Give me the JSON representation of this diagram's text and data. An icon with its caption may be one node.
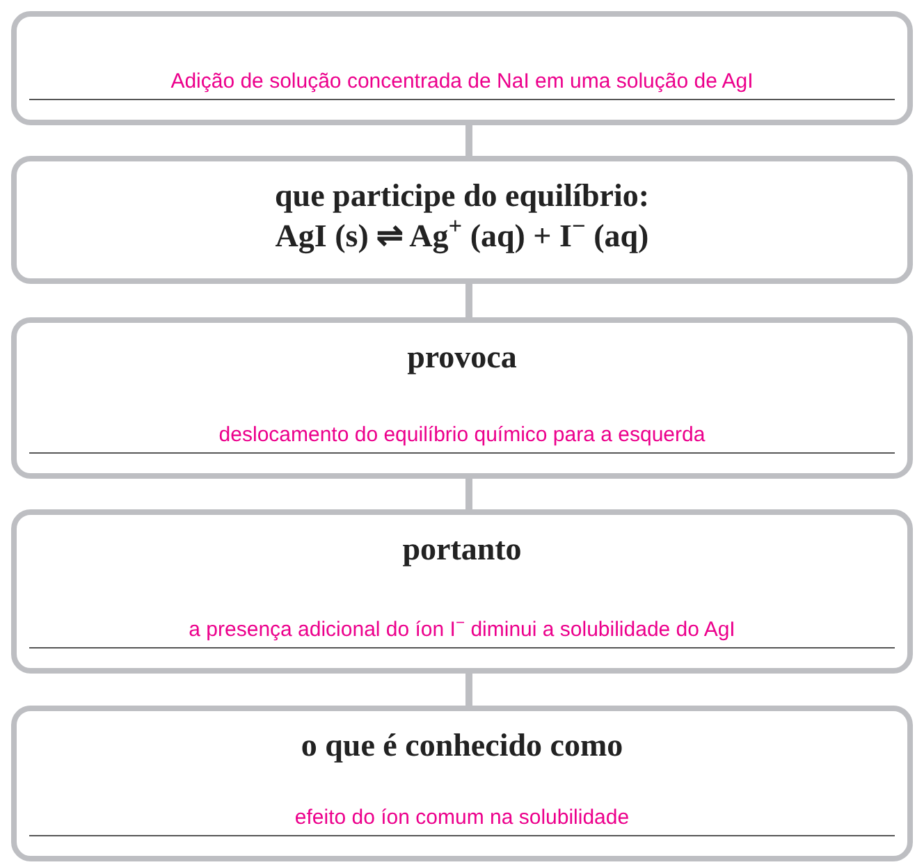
{
  "diagram": {
    "nodes": [
      {
        "text": [
          "Adição de solução concentrada de NaI em uma solução de AgI"
        ]
      },
      {
        "text": [
          "que participe do equilíbrio:",
          "AgI (s) ⇌ Ag$^{+}$ (aq) + I$^{−}$ (aq)"
        ]
      },
      {
        "text": [
          "provoca",
          "deslocamento do equilíbrio químico para a esquerda"
        ]
      },
      {
        "text": [
          "portanto",
          "a presença adicional do íon I$^{−}$ diminui a solubilidade do AgI"
        ]
      },
      {
        "text": [
          "o que é conhecido como",
          "efeito do íon comum na solubilidade"
        ]
      }
    ],
    "edges": [
      {
        "from": 0,
        "to": 1,
        "arrow": "none"
      },
      {
        "from": 1,
        "to": 2,
        "arrow": "none"
      },
      {
        "from": 2,
        "to": 3,
        "arrow": "none"
      },
      {
        "from": 3,
        "to": 4,
        "arrow": "none"
      }
    ]
  }
}
